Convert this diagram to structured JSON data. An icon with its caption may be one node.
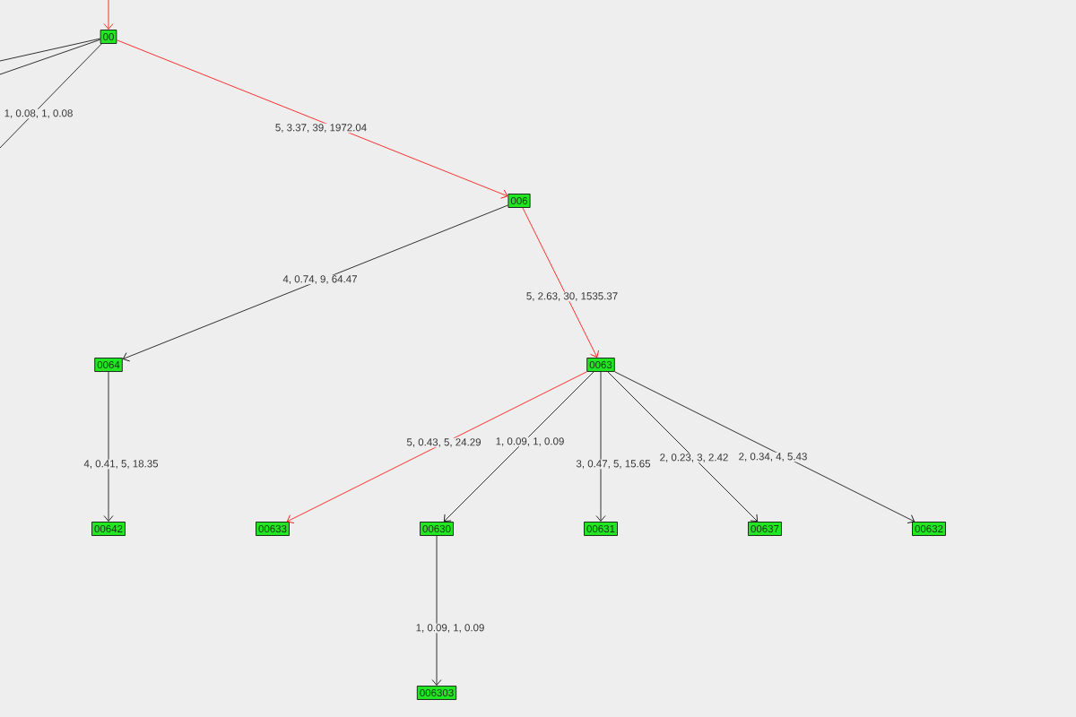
{
  "diagram": {
    "nodes": [
      {
        "text": [
          "00"
        ]
      },
      {
        "text": [
          "006"
        ]
      },
      {
        "text": [
          "0064"
        ]
      },
      {
        "text": [
          "0063"
        ]
      },
      {
        "text": [
          "00642"
        ]
      },
      {
        "text": [
          "00633"
        ]
      },
      {
        "text": [
          "00630"
        ]
      },
      {
        "text": [
          "00631"
        ]
      },
      {
        "text": [
          "00637"
        ]
      },
      {
        "text": [
          "00632"
        ]
      },
      {
        "text": [
          "006303"
        ]
      }
    ],
    "edges": [
      {
        "from": null,
        "to": 0,
        "arrow": "to",
        "color": "#ff0000"
      },
      {
        "from": 0,
        "to": null,
        "arrow": "none"
      },
      {
        "from": 0,
        "to": null,
        "arrow": "none"
      },
      {
        "from": 0,
        "to": null,
        "arrow": "none",
        "label": "1, 0.08, 1, 0.08"
      },
      {
        "from": 0,
        "to": 1,
        "arrow": "to",
        "label": "5, 3.37, 39, 1972.04",
        "color": "#ff0000"
      },
      {
        "from": 1,
        "to": 2,
        "arrow": "to",
        "label": "4, 0.74, 9, 64.47"
      },
      {
        "from": 1,
        "to": 3,
        "arrow": "to",
        "label": "5, 2.63, 30, 1535.37",
        "color": "#ff0000"
      },
      {
        "from": 2,
        "to": 4,
        "arrow": "to",
        "label": "4, 0.41, 5, 18.35"
      },
      {
        "from": 3,
        "to": 5,
        "arrow": "to",
        "label": "5, 0.43, 5, 24.29",
        "color": "#ff0000"
      },
      {
        "from": 3,
        "to": 6,
        "arrow": "to",
        "label": "1, 0.09, 1, 0.09"
      },
      {
        "from": 3,
        "to": 7,
        "arrow": "to",
        "label": "3, 0.47, 5, 15.65"
      },
      {
        "from": 3,
        "to": 8,
        "arrow": "to",
        "label": "2, 0.23, 3, 2.42"
      },
      {
        "from": 3,
        "to": 9,
        "arrow": "to",
        "label": "2, 0.34, 4, 5.43"
      },
      {
        "from": 6,
        "to": 10,
        "arrow": "to",
        "label": "1, 0.09, 1, 0.09"
      }
    ]
  }
}
